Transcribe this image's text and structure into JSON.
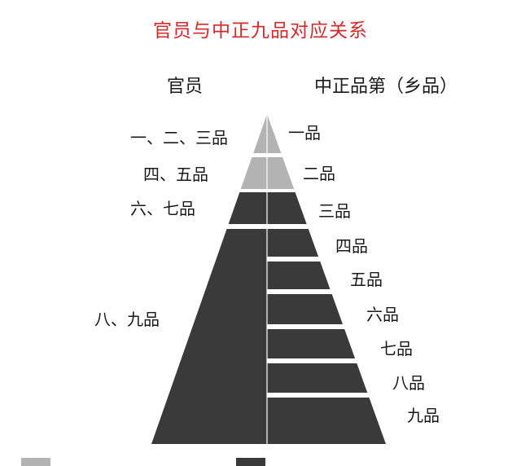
{
  "title": "官员与中正九品对应关系",
  "headers": {
    "left": "官员",
    "right": "中正品第（乡品）"
  },
  "official_ranks": [
    {
      "label": "一、二、三品",
      "shade": "light"
    },
    {
      "label": "四、五品",
      "shade": "light"
    },
    {
      "label": "六、七品",
      "shade": "dark"
    },
    {
      "label": "八、九品",
      "shade": "dark"
    }
  ],
  "zhongzheng_ranks": [
    "一品",
    "二品",
    "三品",
    "四品",
    "五品",
    "六品",
    "七品",
    "八品",
    "九品"
  ],
  "colors": {
    "title": "#d42a2a",
    "light": "#b3b3b3",
    "dark": "#3a3a3a",
    "separator": "#ffffff"
  },
  "legend": [
    {
      "shade": "light"
    },
    {
      "shade": "dark"
    }
  ]
}
